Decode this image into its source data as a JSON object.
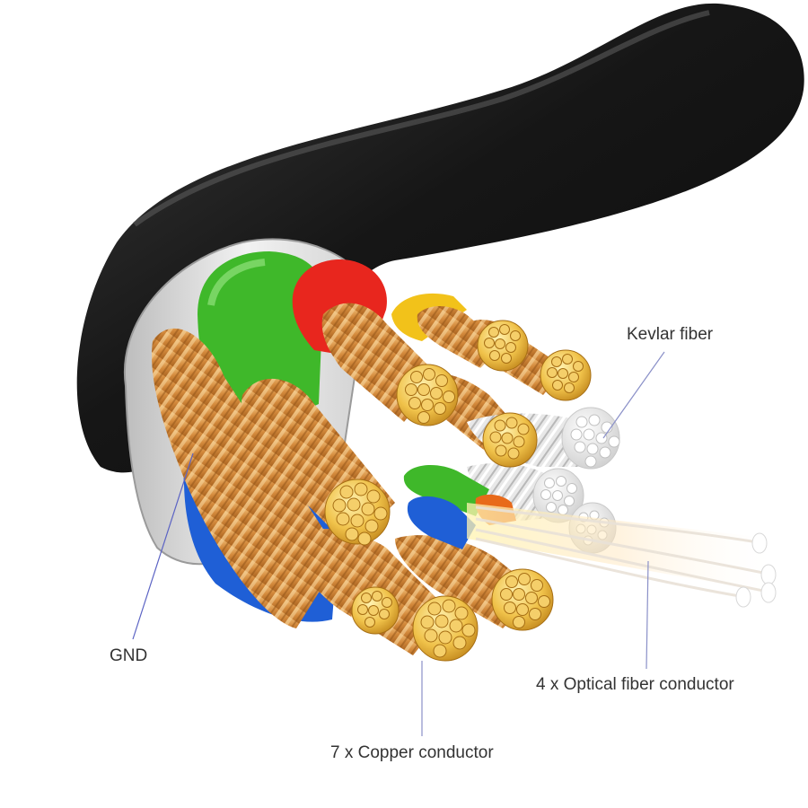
{
  "labels": {
    "kevlar": "Kevlar fiber",
    "gnd": "GND",
    "optical": "4 x Optical fiber conductor",
    "copper": "7 x Copper conductor"
  },
  "colors": {
    "jacket": "#1c1c1c",
    "inner_sheath": "#e6e6e6",
    "copper": "#d99a4e",
    "insulation_green": "#3fb82a",
    "insulation_red": "#e8261e",
    "insulation_yellow": "#f2c21a",
    "insulation_blue": "#1f5fd6",
    "kevlar": "#f4f4f4",
    "leader_line": "#5b63c4"
  }
}
